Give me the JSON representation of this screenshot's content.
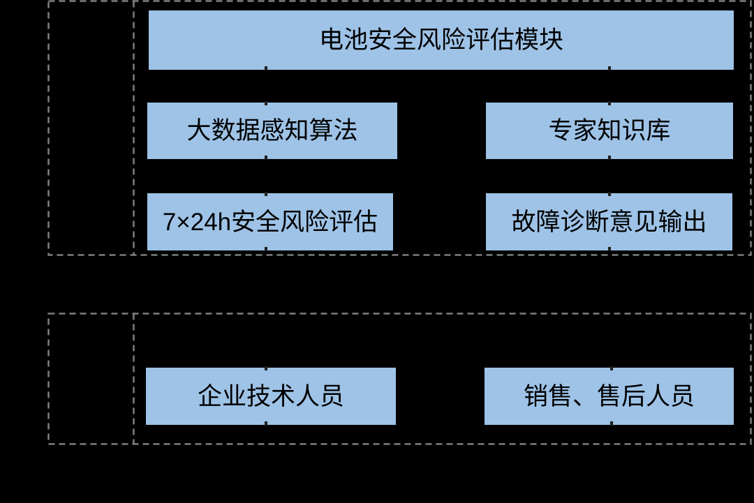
{
  "colors": {
    "background": "#000000",
    "box_fill": "#9ec3e7",
    "box_text": "#000000",
    "dashed_border": "#7f7f7f",
    "connector_stub": "#1f1f1f"
  },
  "top_group": {
    "title_box": {
      "label": "电池安全风险评估模块"
    },
    "boxes": [
      {
        "label": "大数据感知算法"
      },
      {
        "label": "专家知识库"
      },
      {
        "label": "7×24h安全风险评估"
      },
      {
        "label": "故障诊断意见输出"
      }
    ]
  },
  "bottom_group": {
    "boxes": [
      {
        "label": "企业技术人员"
      },
      {
        "label": "销售、售后人员"
      }
    ]
  }
}
